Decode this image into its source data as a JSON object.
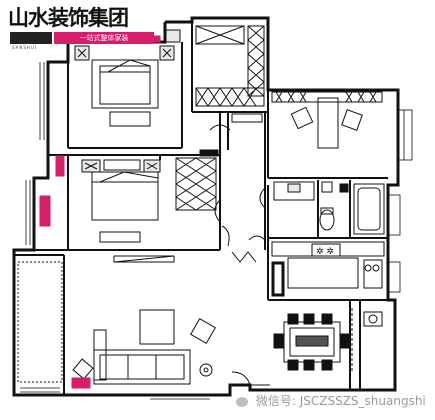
{
  "logo": {
    "name": "山水装饰集团",
    "subtitle_text": "一站式整体家装",
    "small_text": "SANSHUI"
  },
  "watermark": {
    "prefix": "微信号",
    "handle": "JSCZSSZS_shuangshi"
  },
  "colors": {
    "wall": "#111111",
    "brand_magenta": "#d81e6a",
    "watermark_gray": "#9a9a9a"
  }
}
